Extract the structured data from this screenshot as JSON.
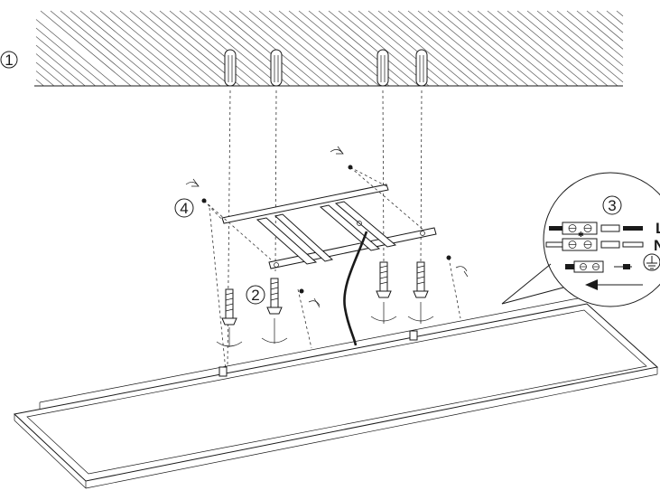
{
  "steps": {
    "ceiling": "1",
    "mount_screws": "2",
    "wiring": "3",
    "frame_screws": "4"
  },
  "wiring_labels": {
    "live": "L",
    "neutral": "N"
  },
  "colors": {
    "line": "#1a1a1a",
    "background": "#ffffff"
  }
}
